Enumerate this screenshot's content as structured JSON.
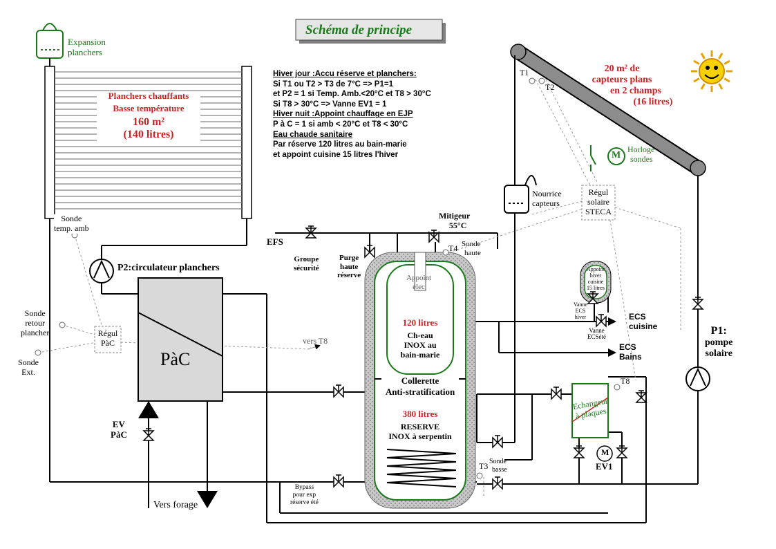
{
  "title": "Schéma de principe",
  "expansion": {
    "line1": "Expansion",
    "line2": "planchers"
  },
  "floor": {
    "line1": "Planchers chauffants",
    "line2": "Basse température",
    "line3": "160 m²",
    "line4": "(140 litres)"
  },
  "collectors": {
    "line1": "20 m² de",
    "line2": "capteurs plans",
    "line3": "en 2 champs",
    "line4": "(16 litres)"
  },
  "sensors": {
    "t1": "T1",
    "t2": "T2",
    "t3": "T3",
    "t4": "T4",
    "t8": "T8"
  },
  "clock": {
    "line1": "Horloge",
    "line2": "sondes",
    "symbol": "M"
  },
  "nourrice": {
    "line1": "Nourrice",
    "line2": "capteurs"
  },
  "regul_solaire": {
    "line1": "Régul",
    "line2": "solaire",
    "line3": "STECA"
  },
  "rules": {
    "l1": "Hiver jour :Accu réserve et planchers:",
    "l2": "Si T1 ou T2 > T3 de 7°C => P1=1",
    "l3": "et P2 = 1 si Temp. Amb.<20°C et T8 > 30°C",
    "l4": "Si T8 > 30°C => Vanne EV1 = 1",
    "l5": "Hiver nuit :Appoint chauffage en EJP",
    "l6": "P à C = 1 si amb < 20°C et T8 < 30°C",
    "l7": "Eau chaude sanitaire",
    "l8": "Par réserve 120 litres au bain-marie",
    "l9": "et appoint cuisine 15 litres l'hiver"
  },
  "sonde_temp_amb": {
    "line1": "Sonde",
    "line2": "temp. amb"
  },
  "p2": "P2:circulateur planchers",
  "efs": "EFS",
  "groupe_securite": {
    "line1": "Groupe",
    "line2": "sécurité"
  },
  "purge": {
    "line1": "Purge",
    "line2": "haute",
    "line3": "réserve"
  },
  "mitigeur": {
    "line1": "Mitigeur",
    "line2": "55°C"
  },
  "sonde_haute": {
    "line1": "Sonde",
    "line2": "haute"
  },
  "appoint_elec": {
    "line1": "Appoint",
    "line2": "élec"
  },
  "inner_tank": {
    "line1": "120 litres",
    "line2": "Ch-eau",
    "line3": "INOX au",
    "line4": "bain-marie"
  },
  "collerette": {
    "line1": "Collerette",
    "line2": "Anti-stratification"
  },
  "reserve": {
    "line1": "380 litres",
    "line2": "RESERVE",
    "line3": "INOX à serpentin"
  },
  "appoint_hiver": {
    "line1": "Appoint",
    "line2": "hiver",
    "line3": "cuisine",
    "line4": "15 litres"
  },
  "vanne_ecs_hiver": {
    "line1": "Vanne",
    "line2": "ECS",
    "line3": "hiver"
  },
  "vanne_ecs_ete": {
    "line1": "Vanne",
    "line2": "ECSété"
  },
  "ecs_cuisine": {
    "line1": "ECS",
    "line2": "cuisine"
  },
  "ecs_bains": {
    "line1": "ECS",
    "line2": "Bains"
  },
  "p1": {
    "line1": "P1:",
    "line2": "pompe",
    "line3": "solaire"
  },
  "sonde_retour": {
    "line1": "Sonde",
    "line2": "retour",
    "line3": "plancher"
  },
  "sonde_ext": {
    "line1": "Sonde",
    "line2": "Ext."
  },
  "regul_pac": {
    "line1": "Régul",
    "line2": "PàC"
  },
  "vers_t8": "vers T8",
  "pac": "PàC",
  "ev_pac": {
    "line1": "EV",
    "line2": "PàC"
  },
  "vers_forage": "Vers forage",
  "bypass": {
    "line1": "Bypass",
    "line2": "pour exp",
    "line3": "réserve été"
  },
  "sonde_basse": {
    "line1": "Sonde",
    "line2": "basse"
  },
  "echangeur": {
    "line1": "Echangeur",
    "line2": "à plaques"
  },
  "ev1": "EV1",
  "motor_symbol": "M",
  "colors": {
    "green": "#1a7a1a",
    "red": "#cc2222",
    "pipe": "#000000",
    "dotted": "#999999",
    "collector": "#8c8c8c",
    "pac_fill": "#d9d9d9",
    "tank_hatch": "#9a9a9a"
  }
}
